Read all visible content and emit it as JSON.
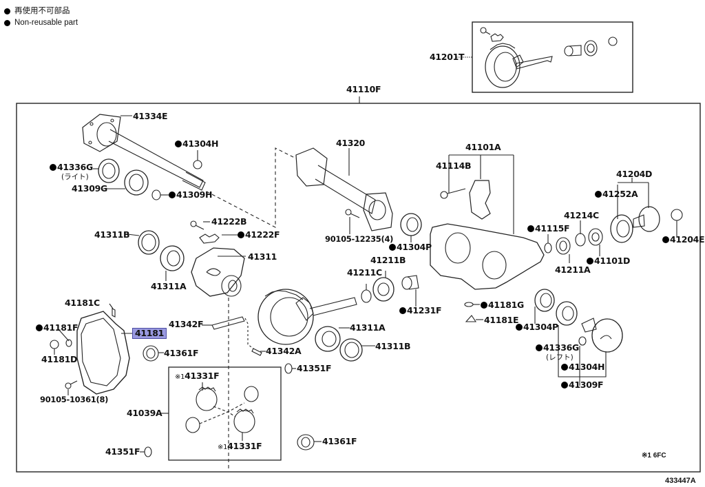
{
  "legend": {
    "jp_label": "再使用不可部品",
    "en_label": "Non-reusable part",
    "bullet_icon": "filled-circle"
  },
  "diagram_id": "433447A",
  "footnote": "※1 6FC",
  "highlight_color": "#9999e0",
  "assemblies": {
    "kit": "41201T",
    "carrier_assy": "41110F",
    "case_assy": "41039A",
    "housing_assy": "41101A",
    "flange_group": "41204D"
  },
  "parts": {
    "p41201T": "41201T",
    "p41110F": "41110F",
    "p41334E": "41334E",
    "p41304H_top": "41304H",
    "p41336G_right": "41336G",
    "p41336G_right_note": "(ライト)",
    "p41309G": "41309G",
    "p41309H": "41309H",
    "p41320": "41320",
    "p90105_12235": "90105-12235(4)",
    "p41304P_top": "41304P",
    "p41101A": "41101A",
    "p41114B": "41114B",
    "p41204D": "41204D",
    "p41252A": "41252A",
    "p41214C": "41214C",
    "p41115F": "41115F",
    "p41204E": "41204E",
    "p41211A": "41211A",
    "p41101D": "41101D",
    "p41222B": "41222B",
    "p41222F": "41222F",
    "p41311B_left": "41311B",
    "p41311": "41311",
    "p41311A_left": "41311A",
    "p41211B": "41211B",
    "p41211C": "41211C",
    "p41231F": "41231F",
    "p41181C": "41181C",
    "p41181F": "41181F",
    "p41181": "41181",
    "p41181D": "41181D",
    "p90105_10361": "90105-10361(8)",
    "p41342F": "41342F",
    "p41361F_top": "41361F",
    "p41311A_right": "41311A",
    "p41311B_right": "41311B",
    "p41342A": "41342A",
    "p41351F_right": "41351F",
    "p41181G": "41181G",
    "p41181E": "41181E",
    "p41304P_bottom": "41304P",
    "p41336G_left": "41336G",
    "p41336G_left_note": "(レフト)",
    "p41304H_bottom": "41304H",
    "p41309F": "41309F",
    "p41331F_top": "41331F",
    "p41331F_top_prefix": "※1",
    "p41039A": "41039A",
    "p41331F_bottom": "41331F",
    "p41331F_bottom_prefix": "※1",
    "p41351F_left": "41351F",
    "p41361F_bottom": "41361F"
  },
  "selected_part": "41181"
}
